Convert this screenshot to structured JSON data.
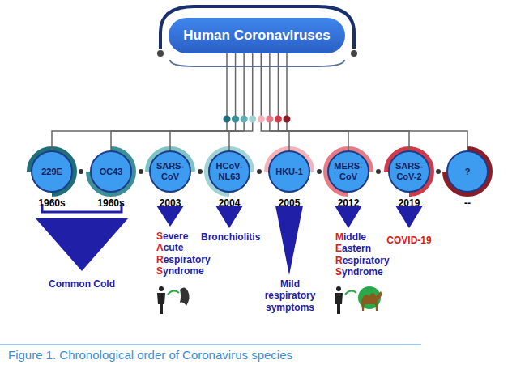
{
  "diagram": {
    "caption": "Figure 1. Chronological order of Coronavirus species",
    "nodes": [
      {
        "text": [
          "Human Coronaviruses"
        ]
      },
      {
        "text": [
          "229E"
        ]
      },
      {
        "text": [
          "OC43"
        ]
      },
      {
        "text": [
          "SARS-CoV"
        ]
      },
      {
        "text": [
          "HCoV-NL63"
        ]
      },
      {
        "text": [
          "HKU-1"
        ]
      },
      {
        "text": [
          "MERS-CoV"
        ]
      },
      {
        "text": [
          "SARS-CoV-2"
        ]
      },
      {
        "text": [
          "?"
        ]
      }
    ],
    "edges": [
      {
        "from": 0,
        "to": 1,
        "arrow": "none"
      },
      {
        "from": 0,
        "to": 2,
        "arrow": "none"
      },
      {
        "from": 0,
        "to": 3,
        "arrow": "none"
      },
      {
        "from": 0,
        "to": 4,
        "arrow": "none"
      },
      {
        "from": 0,
        "to": 5,
        "arrow": "none"
      },
      {
        "from": 0,
        "to": 6,
        "arrow": "none"
      },
      {
        "from": 0,
        "to": 7,
        "arrow": "none"
      },
      {
        "from": 0,
        "to": 8,
        "arrow": "none"
      }
    ],
    "labels": [
      "1960s",
      "1960s",
      "2003",
      "2004",
      "2005",
      "2012",
      "2019",
      "--",
      "Common Cold",
      "Severe Acute Respiratory Syndrome",
      "Bronchiolitis",
      "Mild respiratory symptoms",
      "Middle Eastern Respiratory Syndrome",
      "COVID-19"
    ]
  }
}
